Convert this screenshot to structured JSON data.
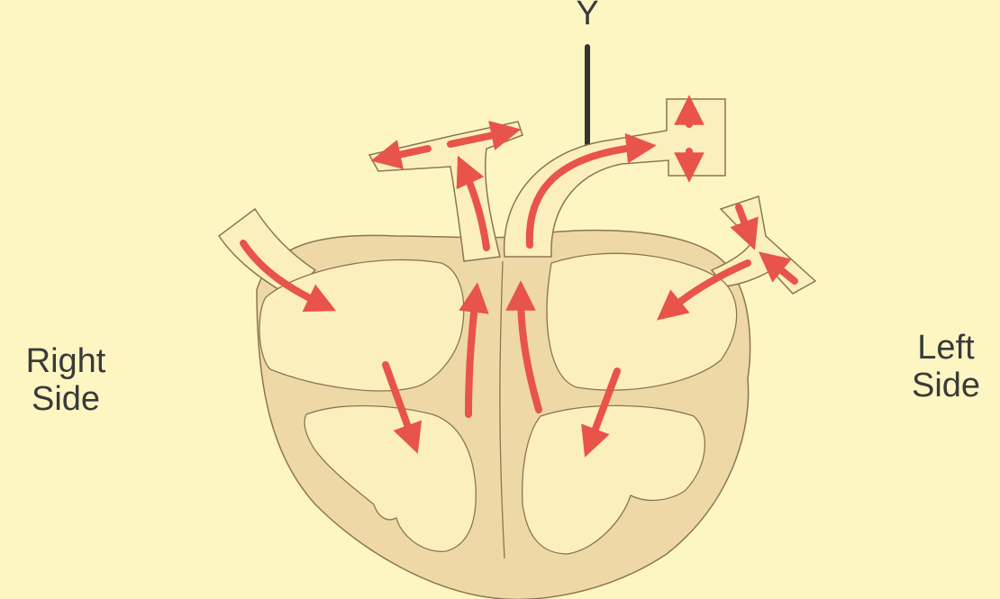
{
  "labels": {
    "marker": "Y",
    "right_side": "Right\nSide",
    "left_side": "Left\nSide"
  },
  "colors": {
    "background": "#fdf6c3",
    "tissue": "#eed9a6",
    "chamber": "#fbefbe",
    "outline": "#8c7650",
    "arrow": "#e8534a",
    "pointer_line": "#333333"
  }
}
